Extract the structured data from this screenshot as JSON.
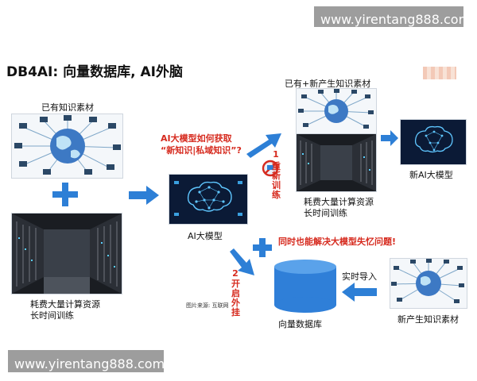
{
  "watermark": {
    "top": "www.yirentang888.com",
    "bottom": "www.yirentang888.com"
  },
  "title": "DB4AI: 向量数据库, AI外脑",
  "labels": {
    "existing_material": "已有知识素材",
    "existing_new_material": "已有+新产生知识素材",
    "compute_line1": "耗费大量计算资源",
    "compute_line2": "长时间训练",
    "compute2_line1": "耗费大量计算资源",
    "compute2_line2": "长时间训练",
    "ai_model": "AI大模型",
    "new_ai_model": "新AI大模型",
    "question_line1": "AI大模型如何获取",
    "question_line2": "“新知识|私域知识”?",
    "retrain_num": "1",
    "retrain_chars": [
      "重",
      "新",
      "训",
      "练"
    ],
    "plugin_num": "2",
    "plugin_chars": [
      "开",
      "启",
      "外",
      "挂"
    ],
    "memory_loss": "同时也能解决大模型失忆问题!",
    "realtime_import": "实时导入",
    "vector_db": "向量数据库",
    "new_material": "新产生知识素材",
    "image_source": "图片来源: 互联网"
  },
  "colors": {
    "accent": "#2d7fd6",
    "highlight": "#d62a1e"
  }
}
